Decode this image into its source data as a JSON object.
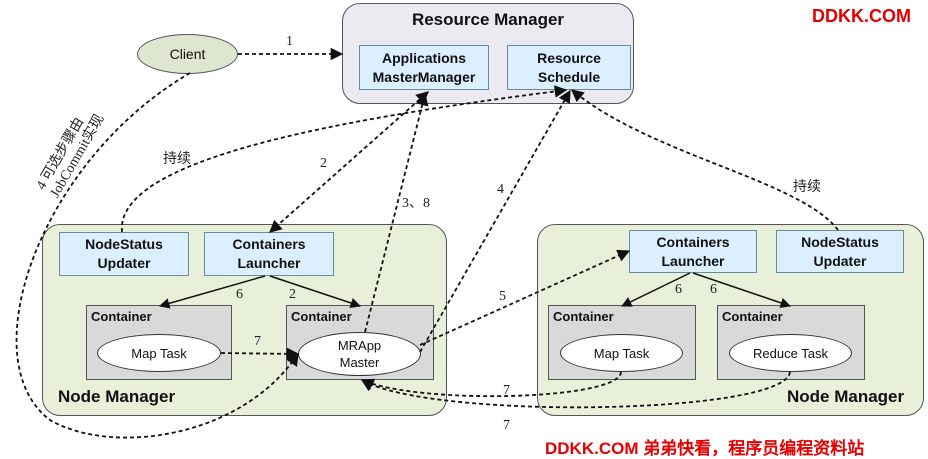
{
  "watermark_top": "DDKK.COM",
  "watermark_bottom": "DDKK.COM 弟弟快看，程序员编程资料站",
  "client": "Client",
  "resource_manager": {
    "title": "Resource Manager",
    "apps_manager": [
      "Applications",
      "MasterManager"
    ],
    "schedule": [
      "Resource",
      "Schedule"
    ]
  },
  "node_left": {
    "title": "Node Manager",
    "status_updater": [
      "NodeStatus",
      "Updater"
    ],
    "launcher": [
      "Containers",
      "Launcher"
    ],
    "container_a": {
      "label": "Container",
      "task": "Map Task"
    },
    "container_b": {
      "label": "Container",
      "task": [
        "MRApp",
        "Master"
      ]
    }
  },
  "node_right": {
    "title": "Node Manager",
    "launcher": [
      "Containers",
      "Launcher"
    ],
    "status_updater": [
      "NodeStatus",
      "Updater"
    ],
    "container_a": {
      "label": "Container",
      "task": "Map Task"
    },
    "container_b": {
      "label": "Container",
      "task": "Reduce Task"
    }
  },
  "edge_labels": {
    "step1": "1",
    "step2": "2",
    "step3_8": "3、8",
    "step4": "4",
    "step5": "5",
    "step6_left": "6",
    "step2_left": "2",
    "step6_right_a": "6",
    "step6_right_b": "6",
    "step7_left": "7",
    "step7_bottom_a": "7",
    "step7_bottom_b": "7",
    "continue_left": "持续",
    "continue_right": "持续",
    "optional_note": [
      "4 可选步骤由",
      "JobCommit实现"
    ]
  }
}
